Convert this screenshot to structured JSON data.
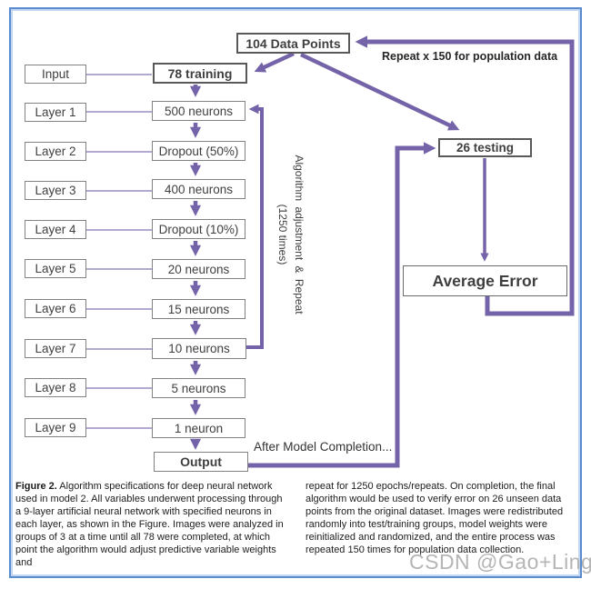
{
  "figure": {
    "top_node": {
      "label": "104 Data Points"
    },
    "input_node": {
      "label": "Input"
    },
    "training_node": {
      "label": "78 training"
    },
    "testing_node": {
      "label": "26 testing"
    },
    "error_node": {
      "label": "Average Error"
    },
    "output_node": {
      "label": "Output"
    },
    "layers": [
      {
        "label": "Layer 1",
        "value": "500 neurons"
      },
      {
        "label": "Layer 2",
        "value": "Dropout (50%)"
      },
      {
        "label": "Layer 3",
        "value": "400 neurons"
      },
      {
        "label": "Layer 4",
        "value": "Dropout (10%)"
      },
      {
        "label": "Layer 5",
        "value": "20 neurons"
      },
      {
        "label": "Layer 6",
        "value": "15 neurons"
      },
      {
        "label": "Layer 7",
        "value": "10 neurons"
      },
      {
        "label": "Layer 8",
        "value": "5 neurons"
      },
      {
        "label": "Layer 9",
        "value": "1 neuron"
      }
    ],
    "annotations": {
      "repeat_loop": "Repeat x 150 for population data",
      "adjustment_line1": "Algorithm adjustment & Repeat",
      "adjustment_line2": "(1250 times)",
      "after_model": "After Model Completion..."
    },
    "colors": {
      "arrow_purple": "#7463a8",
      "connector_purple": "#9a8bc0",
      "frame_blue": "#5c8cd0",
      "box_border": "#828282",
      "box_border_dark": "#595959",
      "text": "#3f3f3f"
    }
  },
  "caption": {
    "figure_label": "Figure 2.",
    "left_text": " Algorithm specifications for deep neural network used in model 2. All variables underwent processing through a 9-layer artificial neural network with specified neurons in each layer, as shown in the Figure. Images were analyzed in groups of 3 at a time until all 78 were completed, at which point the algorithm would adjust predictive variable weights and",
    "right_text": "repeat for 1250 epochs/repeats. On completion, the final algorithm would be used to verify error on 26 unseen data points from the original dataset. Images were redistributed randomly into test/training groups, model weights were reinitialized and randomized, and the entire process was repeated 150 times for population data collection."
  },
  "watermark": "CSDN @Gao+Ling"
}
